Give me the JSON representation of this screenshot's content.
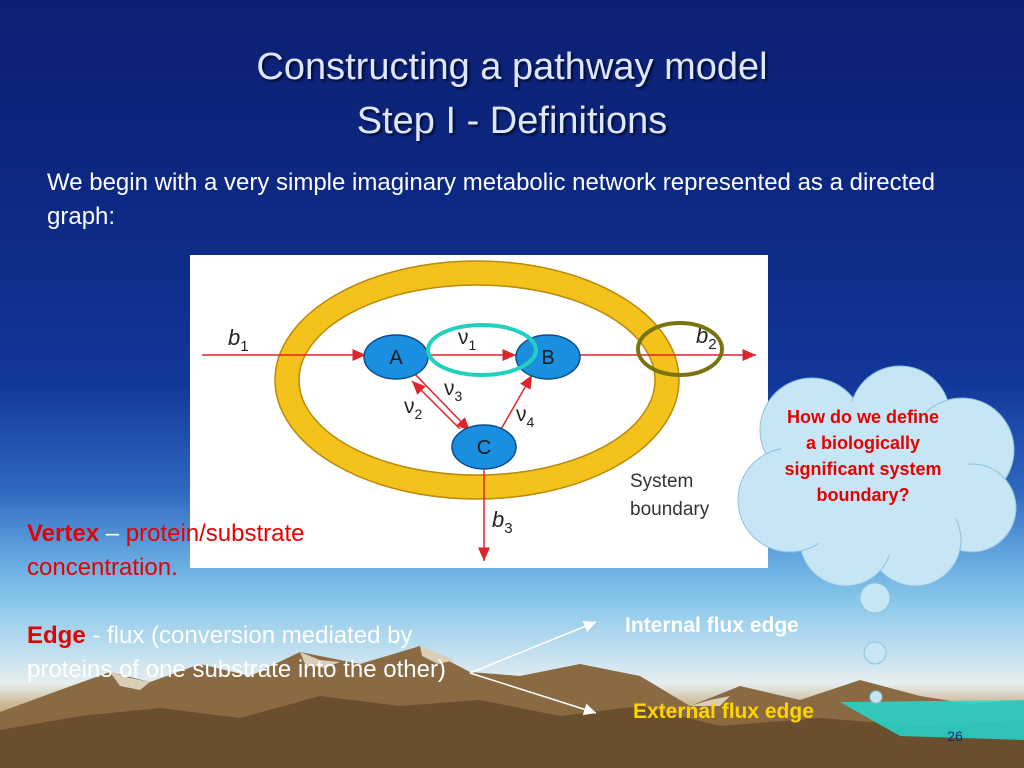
{
  "slide": {
    "title_line1": "Constructing a pathway model",
    "title_line2": "Step I - Definitions",
    "intro": "We begin with a very simple imaginary metabolic network represented as a directed graph:",
    "slide_number": "26"
  },
  "diagram": {
    "nodes": {
      "a": "A",
      "b": "B",
      "c": "C"
    },
    "edges": {
      "b1": "b",
      "b1_sub": "1",
      "b2": "b",
      "b2_sub": "2",
      "b3": "b",
      "b3_sub": "3",
      "v1": "ν",
      "v1_sub": "1",
      "v2": "ν",
      "v2_sub": "2",
      "v3": "ν",
      "v3_sub": "3",
      "v4": "ν",
      "v4_sub": "4"
    },
    "boundary_line1": "System",
    "boundary_line2": "boundary"
  },
  "cloud": {
    "question": "How do we define a biologically significant system boundary?"
  },
  "definitions": {
    "vertex_term": "Vertex",
    "vertex_dash": " – ",
    "vertex_desc": "protein/substrate concentration.",
    "edge_term": "Edge",
    "edge_desc": " - flux (conversion mediated by proteins of one substrate into the other)"
  },
  "labels": {
    "internal": "Internal flux edge",
    "external": "External flux edge"
  },
  "colors": {
    "background_top": "#0c1f72",
    "ring": "#f3c21b",
    "node": "#1a8fe0",
    "arrow": "#e0242d",
    "internal_highlight": "#22d1bd",
    "external_highlight": "#7a7410",
    "emphasis_red": "#e60000",
    "external_label": "#ffd400"
  }
}
